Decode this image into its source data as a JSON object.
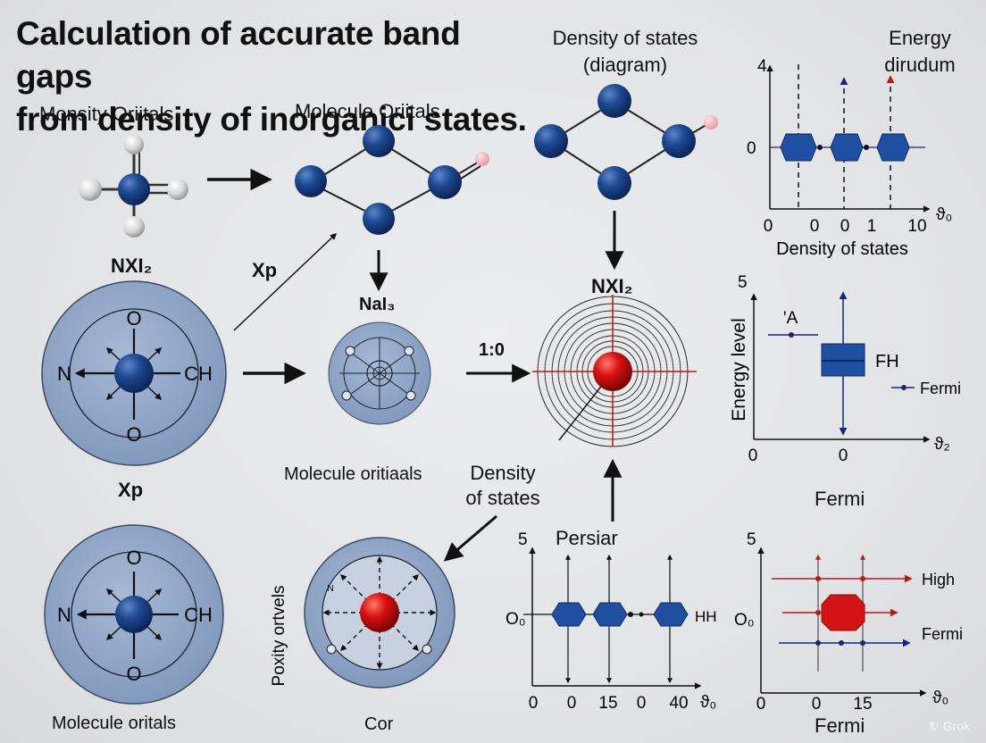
{
  "title_line1": "Calculation of accurate band gaps",
  "title_line2": "from density of inorganici states.",
  "labels": {
    "dos_diagram_line1": "Density of states",
    "dos_diagram_line2": "(diagram)",
    "energy_line1": "Energy",
    "energy_line2": "dirudum",
    "monsity": "Monsity Oriitals",
    "molecule_oriitals": "Molecule Oriitals",
    "nxi2_left": "NXI₂",
    "xp_arrow": "Xp",
    "nai3": "NaI₃",
    "ratio": "1:0",
    "nxi2_right": "NXI₂",
    "xp_bottom": "Xp",
    "molecule_oritiaals": "Molecule oritiaals",
    "dos_bottom_line1": "Density",
    "dos_bottom_line2": "of states",
    "poxity": "Poxity ortvels",
    "persiar": "Persiar",
    "fermi_mid": "Fermi",
    "cor": "Cor",
    "molecule_oritals": "Molecule oritals",
    "fermi_bottom": "Fermi",
    "watermark": "Grok"
  },
  "atoms": {
    "n": "N",
    "o": "O",
    "ch": "CH"
  },
  "charts": {
    "top_right": {
      "y_tick_top": "4",
      "y_tick_mid": "0",
      "x_ticks": [
        "0",
        "0",
        "0",
        "1",
        "10"
      ],
      "x_axis_symbol": "ϑ₀",
      "x_label": "Density of states"
    },
    "energy_level": {
      "y_tick_top": "5",
      "y_label": "Energy level",
      "x_ticks": [
        "0",
        "0"
      ],
      "x_axis_symbol": "ϑ₂",
      "label_a": "'A",
      "label_fh": "FH",
      "label_fermi": "Fermi"
    },
    "bottom_mid": {
      "y_tick_top": "5",
      "y_tick_mid": "O₀",
      "x_ticks": [
        "0",
        "0",
        "15",
        "0",
        "40"
      ],
      "x_axis_symbol": "ϑ₀",
      "label_hh": "HH"
    },
    "bottom_right": {
      "y_tick_top": "5",
      "y_tick_mid": "O₀",
      "x_ticks": [
        "0",
        "0",
        "15"
      ],
      "x_axis_symbol": "ϑ₀",
      "label_high": "High",
      "label_fermi": "Fermi"
    }
  },
  "colors": {
    "atom_blue": "#1d4a92",
    "atom_red": "#d01010",
    "disc": "#8fa6c7",
    "hexagon": "#1f4fa0",
    "red_line": "#b81818",
    "navy_line": "#1a237e"
  }
}
